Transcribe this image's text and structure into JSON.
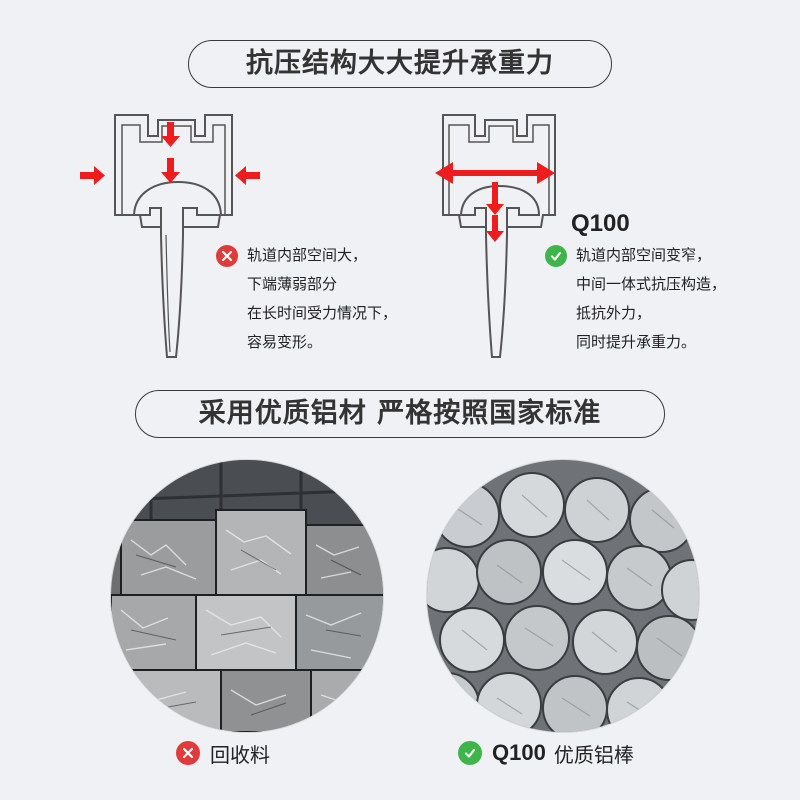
{
  "top_title": "抗压结构大大提升承重力",
  "left_panel": {
    "status": "bad",
    "lines": [
      "轨道内部空间大，",
      "下端薄弱部分",
      "在长时间受力情况下，",
      "容易变形。"
    ]
  },
  "right_panel": {
    "status": "good",
    "model": "Q100",
    "lines": [
      "轨道内部空间变窄，",
      "中间一体式抗压构造，",
      "抵抗外力，",
      "同时提升承重力。"
    ]
  },
  "mid_title": "采用优质铝材 严格按照国家标准",
  "left_photo": {
    "caption": "回收料",
    "status": "bad"
  },
  "right_photo": {
    "model": "Q100",
    "caption": "优质铝棒",
    "status": "good"
  },
  "colors": {
    "bad": "#e03a3a",
    "good": "#3db548",
    "arrow": "#ee1c1c",
    "outline": "#555555"
  },
  "icons": [
    "cross-icon",
    "check-icon",
    "arrow-icon"
  ]
}
